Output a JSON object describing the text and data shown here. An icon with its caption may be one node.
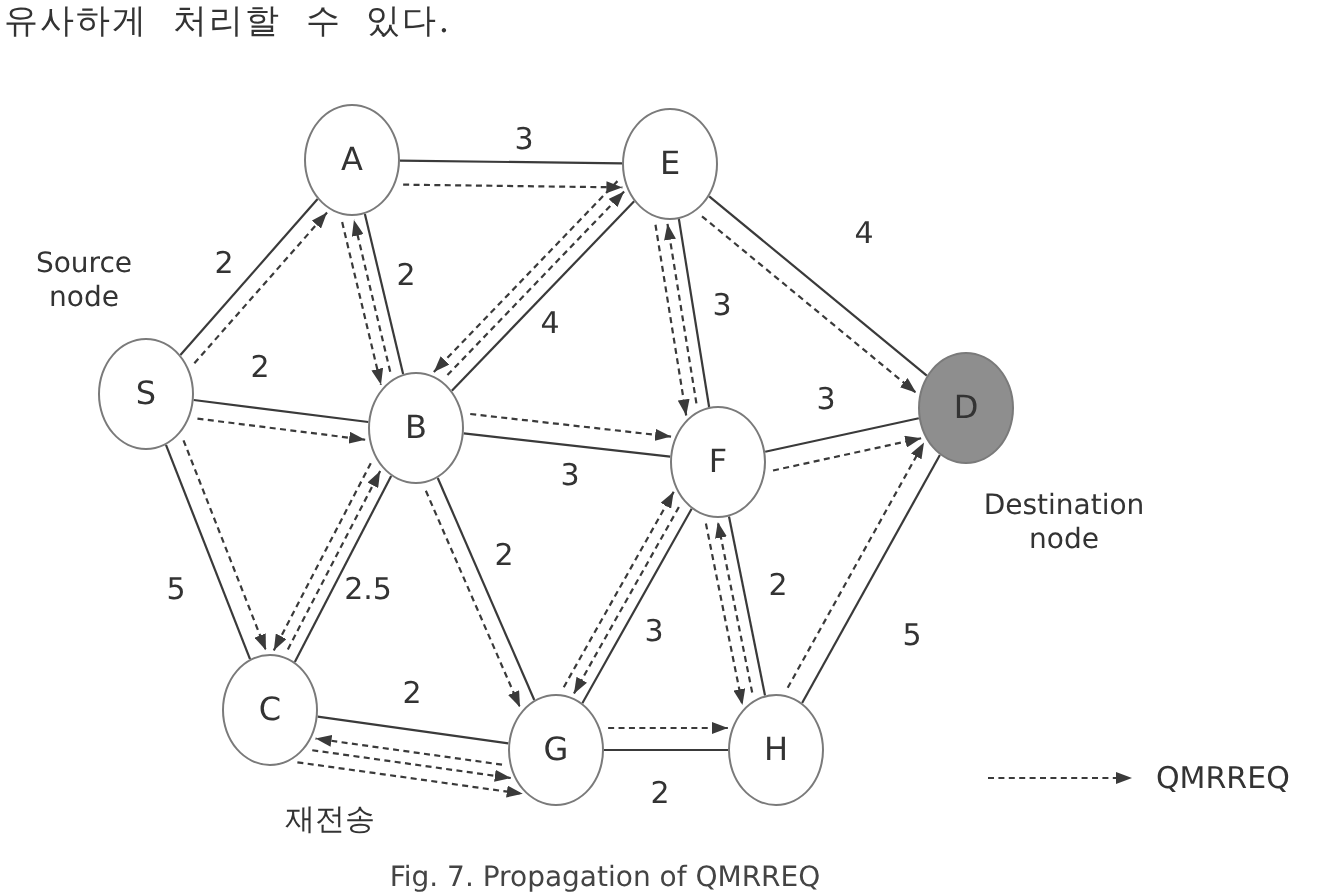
{
  "diagram": {
    "caption": "Fig. 7. Propagation of QMRREQ",
    "nodes": [
      {
        "text": [
          "A"
        ]
      },
      {
        "text": [
          "E"
        ]
      },
      {
        "text": [
          "S"
        ],
        "beside": [
          "Source node"
        ]
      },
      {
        "text": [
          "B"
        ]
      },
      {
        "text": [
          "F"
        ]
      },
      {
        "text": [
          "D"
        ],
        "beside": [
          "Destination node"
        ]
      },
      {
        "text": [
          "C"
        ]
      },
      {
        "text": [
          "G"
        ]
      },
      {
        "text": [
          "H"
        ]
      }
    ],
    "edges": [
      {
        "from": 2,
        "to": 0,
        "arrow": "none",
        "label": "2"
      },
      {
        "from": 2,
        "to": 3,
        "arrow": "none",
        "label": "2"
      },
      {
        "from": 2,
        "to": 6,
        "arrow": "none",
        "label": "5"
      },
      {
        "from": 0,
        "to": 1,
        "arrow": "none",
        "label": "3"
      },
      {
        "from": 0,
        "to": 3,
        "arrow": "none",
        "label": "2"
      },
      {
        "from": 3,
        "to": 1,
        "arrow": "none",
        "label": "4"
      },
      {
        "from": 3,
        "to": 4,
        "arrow": "none",
        "label": "3"
      },
      {
        "from": 1,
        "to": 4,
        "arrow": "none",
        "label": "3"
      },
      {
        "from": 1,
        "to": 5,
        "arrow": "none",
        "label": "4"
      },
      {
        "from": 4,
        "to": 5,
        "arrow": "none",
        "label": "3"
      },
      {
        "from": 3,
        "to": 6,
        "arrow": "none",
        "label": "2.5"
      },
      {
        "from": 3,
        "to": 7,
        "arrow": "none",
        "label": "2"
      },
      {
        "from": 4,
        "to": 7,
        "arrow": "none",
        "label": "3"
      },
      {
        "from": 4,
        "to": 8,
        "arrow": "none",
        "label": "2"
      },
      {
        "from": 8,
        "to": 5,
        "arrow": "none",
        "label": "5"
      },
      {
        "from": 6,
        "to": 7,
        "arrow": "none",
        "label": "2"
      },
      {
        "from": 7,
        "to": 8,
        "arrow": "none",
        "label": "2"
      },
      {
        "from": 2,
        "to": 0,
        "arrow": "to",
        "style": "dashed"
      },
      {
        "from": 2,
        "to": 3,
        "arrow": "to",
        "style": "dashed"
      },
      {
        "from": 2,
        "to": 6,
        "arrow": "to",
        "style": "dashed"
      },
      {
        "from": 0,
        "to": 1,
        "arrow": "to",
        "style": "dashed"
      },
      {
        "from": 0,
        "to": 3,
        "arrow": "to",
        "style": "dashed"
      },
      {
        "from": 3,
        "to": 0,
        "arrow": "to",
        "style": "dashed"
      },
      {
        "from": 3,
        "to": 1,
        "arrow": "to",
        "style": "dashed"
      },
      {
        "from": 1,
        "to": 3,
        "arrow": "to",
        "style": "dashed"
      },
      {
        "from": 3,
        "to": 4,
        "arrow": "to",
        "style": "dashed"
      },
      {
        "from": 1,
        "to": 4,
        "arrow": "to",
        "style": "dashed"
      },
      {
        "from": 4,
        "to": 1,
        "arrow": "to",
        "style": "dashed"
      },
      {
        "from": 1,
        "to": 5,
        "arrow": "to",
        "style": "dashed"
      },
      {
        "from": 4,
        "to": 5,
        "arrow": "to",
        "style": "dashed"
      },
      {
        "from": 3,
        "to": 6,
        "arrow": "to",
        "style": "dashed"
      },
      {
        "from": 6,
        "to": 3,
        "arrow": "to",
        "style": "dashed"
      },
      {
        "from": 3,
        "to": 7,
        "arrow": "to",
        "style": "dashed"
      },
      {
        "from": 7,
        "to": 4,
        "arrow": "to",
        "style": "dashed"
      },
      {
        "from": 4,
        "to": 7,
        "arrow": "to",
        "style": "dashed"
      },
      {
        "from": 4,
        "to": 8,
        "arrow": "to",
        "style": "dashed"
      },
      {
        "from": 8,
        "to": 4,
        "arrow": "to",
        "style": "dashed"
      },
      {
        "from": 8,
        "to": 5,
        "arrow": "to",
        "style": "dashed"
      },
      {
        "from": 6,
        "to": 7,
        "arrow": "to",
        "style": "dashed"
      },
      {
        "from": 7,
        "to": 6,
        "arrow": "to",
        "style": "dashed"
      },
      {
        "from": 6,
        "to": 7,
        "arrow": "to",
        "style": "dashed",
        "label": "재전송"
      },
      {
        "from": 7,
        "to": 8,
        "arrow": "to",
        "style": "dashed"
      }
    ],
    "labels": [
      "유사하게 처리할 수 있다."
    ],
    "legend": [
      {
        "text": "QMRREQ"
      }
    ]
  }
}
